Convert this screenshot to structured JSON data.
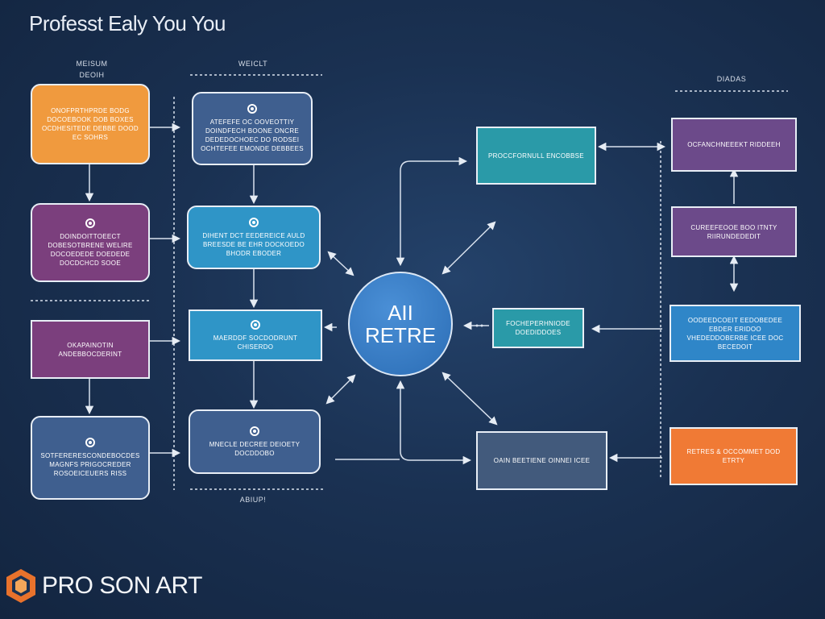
{
  "header": {
    "title": "Professt Ealy You You"
  },
  "column_labels": {
    "left_top": "MEISUM",
    "left_sub": "DEOIH",
    "middle_top": "WEICLT",
    "right_top": "DIADAS",
    "middle_bottom": "ABIUP!"
  },
  "hub": {
    "line1": "AII",
    "line2": "RETRE"
  },
  "nodes": {
    "left_1": "ONOFPRTHPRDE BODG DOCOEBOOK DOB BOXES OCDHESITEDE DEBBE DOOD EC SOHRS",
    "left_2": "DOINDOITTOEECT DOBESOTBRENE WELIRE DOCOEDEDE DOEDEDE DOCDCHCD SOOE",
    "left_3": "OKAPAINOTIN ANDEBBOCDERINT",
    "left_4": "SOTFERERESCONDEBOCDES MAGNFS PRIGOCREDER ROSOEICEUERS RISS",
    "mid_1": "ATEFEFE OC OOVEOTTIY DOINDFECH BOONE ONCRE DEDEDOCHOEC DO RODSEI OCHTEFEE EMONDE DEBBEES",
    "mid_2": "DIHENT DCT EEDEREICE AULD BREESDE BE EHR DOCKOEDO BHODR EBODER",
    "mid_3": "MAERDDF SOCDODRUNT CHISERDO",
    "mid_4": "MNECLE DECREE DEIOETY DOCDDOBO",
    "right_1": "PROCCFORNULL ENCOBBSE",
    "right_2": "FOCHEPERHNIODE DOEDIDDOES",
    "right_3": "OAIN BEETIENE OINNEI ICEE",
    "far_1": "OCFANCHNEEEKT RIDDEEH",
    "far_2": "CUREEFEOOE BOO ITNTY RIIRUNDEDEDIT",
    "far_3": "OODEEDCOEIT EEDOBEDEE EBDER ERIDOO VHEDEDDOBERBE ICEE DOC BECEDOIT",
    "far_4": "RETRES & OCCOMMET DOD ETRTY"
  },
  "logo": {
    "text": "PRO SON ART"
  },
  "colors": {
    "background": "#1a3152",
    "orange": "#f09a3e",
    "purple": "#7b3f7d",
    "slate_blue": "#3f5f8f",
    "cyan_blue": "#2f95c7",
    "teal": "#2a9aa8",
    "bright_blue": "#2f86c8",
    "gray_blue": "#425a7c",
    "violet": "#6c4a8a",
    "bright_orange": "#f07a35",
    "hub": "#3b7fc6"
  },
  "icons": [
    "target-icon"
  ]
}
